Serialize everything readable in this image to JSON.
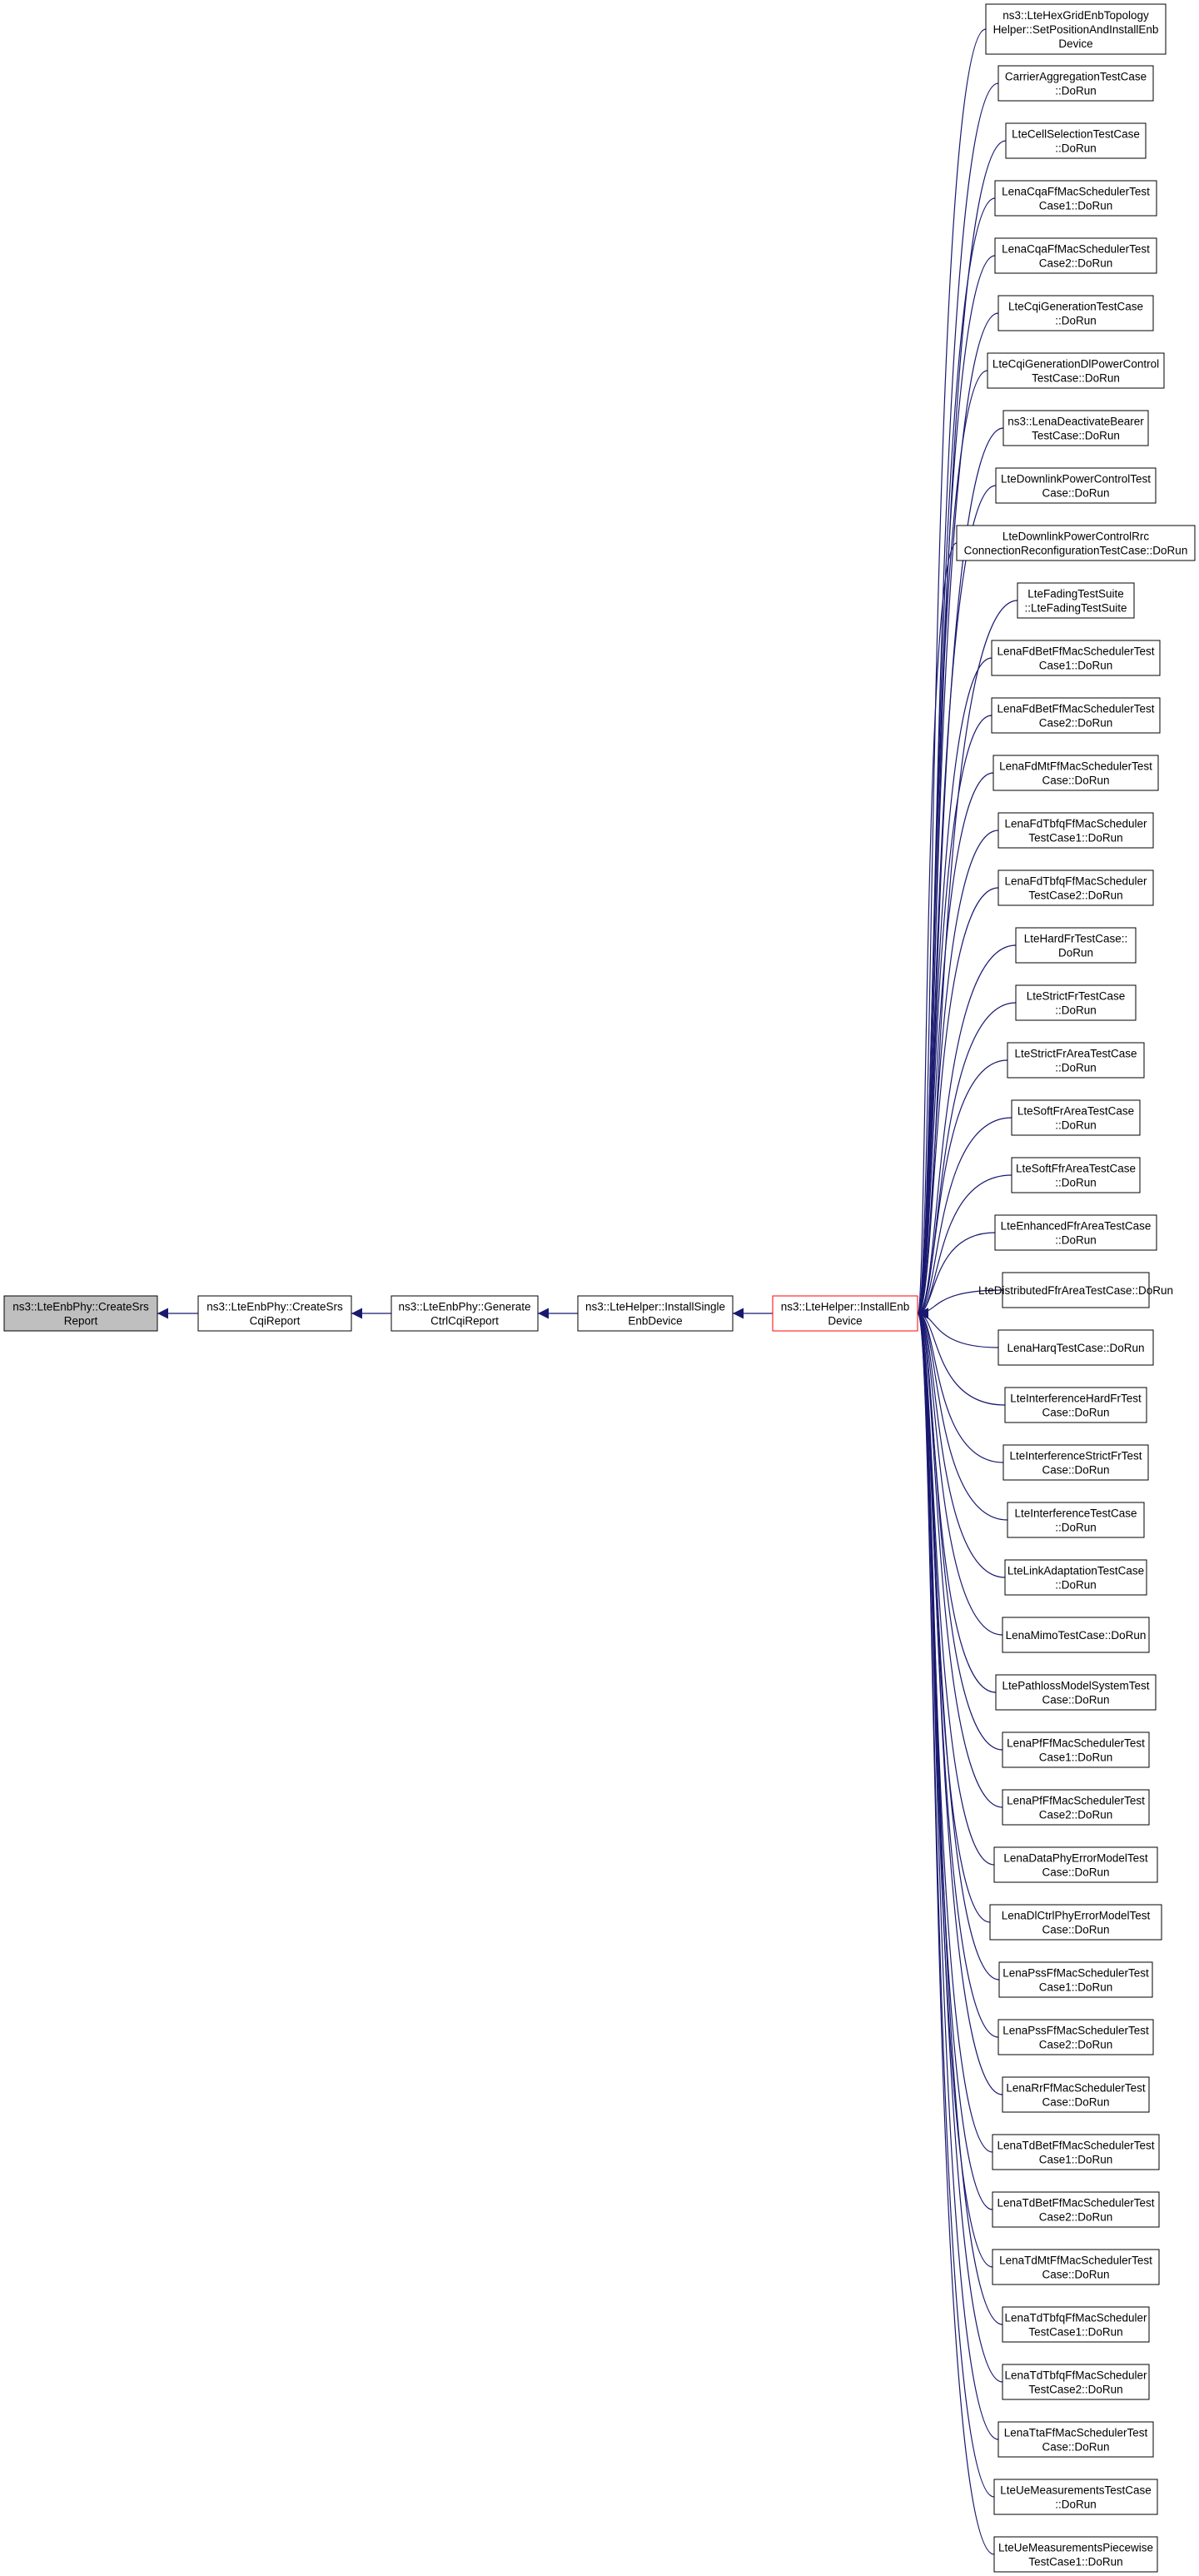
{
  "diagram": {
    "type": "call-graph",
    "direction": "right-to-left",
    "colors": {
      "edge": "#191970",
      "node_border": "#000000",
      "focus_border": "#ff0000",
      "root_fill": "#bfbfbf",
      "node_fill": "#ffffff"
    },
    "nodes": [
      {
        "id": "n0",
        "lines": [
          "ns3::LteEnbPhy::CreateSrs",
          "Report"
        ],
        "style": "root"
      },
      {
        "id": "n1",
        "lines": [
          "ns3::LteEnbPhy::CreateSrs",
          "CqiReport"
        ]
      },
      {
        "id": "n2",
        "lines": [
          "ns3::LteEnbPhy::Generate",
          "CtrlCqiReport"
        ]
      },
      {
        "id": "n3",
        "lines": [
          "ns3::LteHelper::InstallSingle",
          "EnbDevice"
        ]
      },
      {
        "id": "n4",
        "lines": [
          "ns3::LteHelper::InstallEnb",
          "Device"
        ],
        "style": "focus"
      },
      {
        "id": "c0",
        "lines": [
          "ns3::LteHexGridEnbTopology",
          "Helper::SetPositionAndInstallEnb",
          "Device"
        ]
      },
      {
        "id": "c1",
        "lines": [
          "CarrierAggregationTestCase",
          "::DoRun"
        ]
      },
      {
        "id": "c2",
        "lines": [
          "LteCellSelectionTestCase",
          "::DoRun"
        ]
      },
      {
        "id": "c3",
        "lines": [
          "LenaCqaFfMacSchedulerTest",
          "Case1::DoRun"
        ]
      },
      {
        "id": "c4",
        "lines": [
          "LenaCqaFfMacSchedulerTest",
          "Case2::DoRun"
        ]
      },
      {
        "id": "c5",
        "lines": [
          "LteCqiGenerationTestCase",
          "::DoRun"
        ]
      },
      {
        "id": "c6",
        "lines": [
          "LteCqiGenerationDlPowerControl",
          "TestCase::DoRun"
        ]
      },
      {
        "id": "c7",
        "lines": [
          "ns3::LenaDeactivateBearer",
          "TestCase::DoRun"
        ]
      },
      {
        "id": "c8",
        "lines": [
          "LteDownlinkPowerControlTest",
          "Case::DoRun"
        ]
      },
      {
        "id": "c9",
        "lines": [
          "LteDownlinkPowerControlRrc",
          "ConnectionReconfigurationTestCase::DoRun"
        ]
      },
      {
        "id": "c10",
        "lines": [
          "LteFadingTestSuite",
          "::LteFadingTestSuite"
        ]
      },
      {
        "id": "c11",
        "lines": [
          "LenaFdBetFfMacSchedulerTest",
          "Case1::DoRun"
        ]
      },
      {
        "id": "c12",
        "lines": [
          "LenaFdBetFfMacSchedulerTest",
          "Case2::DoRun"
        ]
      },
      {
        "id": "c13",
        "lines": [
          "LenaFdMtFfMacSchedulerTest",
          "Case::DoRun"
        ]
      },
      {
        "id": "c14",
        "lines": [
          "LenaFdTbfqFfMacScheduler",
          "TestCase1::DoRun"
        ]
      },
      {
        "id": "c15",
        "lines": [
          "LenaFdTbfqFfMacScheduler",
          "TestCase2::DoRun"
        ]
      },
      {
        "id": "c16",
        "lines": [
          "LteHardFrTestCase::",
          "DoRun"
        ]
      },
      {
        "id": "c17",
        "lines": [
          "LteStrictFrTestCase",
          "::DoRun"
        ]
      },
      {
        "id": "c18",
        "lines": [
          "LteStrictFrAreaTestCase",
          "::DoRun"
        ]
      },
      {
        "id": "c19",
        "lines": [
          "LteSoftFrAreaTestCase",
          "::DoRun"
        ]
      },
      {
        "id": "c20",
        "lines": [
          "LteSoftFfrAreaTestCase",
          "::DoRun"
        ]
      },
      {
        "id": "c21",
        "lines": [
          "LteEnhancedFfrAreaTestCase",
          "::DoRun"
        ]
      },
      {
        "id": "c22",
        "lines": [
          "LteDistributedFfrAreaTestCase::DoRun"
        ]
      },
      {
        "id": "c23",
        "lines": [
          "LenaHarqTestCase::DoRun"
        ]
      },
      {
        "id": "c24",
        "lines": [
          "LteInterferenceHardFrTest",
          "Case::DoRun"
        ]
      },
      {
        "id": "c25",
        "lines": [
          "LteInterferenceStrictFrTest",
          "Case::DoRun"
        ]
      },
      {
        "id": "c26",
        "lines": [
          "LteInterferenceTestCase",
          "::DoRun"
        ]
      },
      {
        "id": "c27",
        "lines": [
          "LteLinkAdaptationTestCase",
          "::DoRun"
        ]
      },
      {
        "id": "c28",
        "lines": [
          "LenaMimoTestCase::DoRun"
        ]
      },
      {
        "id": "c29",
        "lines": [
          "LtePathlossModelSystemTest",
          "Case::DoRun"
        ]
      },
      {
        "id": "c30",
        "lines": [
          "LenaPfFfMacSchedulerTest",
          "Case1::DoRun"
        ]
      },
      {
        "id": "c31",
        "lines": [
          "LenaPfFfMacSchedulerTest",
          "Case2::DoRun"
        ]
      },
      {
        "id": "c32",
        "lines": [
          "LenaDataPhyErrorModelTest",
          "Case::DoRun"
        ]
      },
      {
        "id": "c33",
        "lines": [
          "LenaDlCtrlPhyErrorModelTest",
          "Case::DoRun"
        ]
      },
      {
        "id": "c34",
        "lines": [
          "LenaPssFfMacSchedulerTest",
          "Case1::DoRun"
        ]
      },
      {
        "id": "c35",
        "lines": [
          "LenaPssFfMacSchedulerTest",
          "Case2::DoRun"
        ]
      },
      {
        "id": "c36",
        "lines": [
          "LenaRrFfMacSchedulerTest",
          "Case::DoRun"
        ]
      },
      {
        "id": "c37",
        "lines": [
          "LenaTdBetFfMacSchedulerTest",
          "Case1::DoRun"
        ]
      },
      {
        "id": "c38",
        "lines": [
          "LenaTdBetFfMacSchedulerTest",
          "Case2::DoRun"
        ]
      },
      {
        "id": "c39",
        "lines": [
          "LenaTdMtFfMacSchedulerTest",
          "Case::DoRun"
        ]
      },
      {
        "id": "c40",
        "lines": [
          "LenaTdTbfqFfMacScheduler",
          "TestCase1::DoRun"
        ]
      },
      {
        "id": "c41",
        "lines": [
          "LenaTdTbfqFfMacScheduler",
          "TestCase2::DoRun"
        ]
      },
      {
        "id": "c42",
        "lines": [
          "LenaTtaFfMacSchedulerTest",
          "Case::DoRun"
        ]
      },
      {
        "id": "c43",
        "lines": [
          "LteUeMeasurementsTestCase",
          "::DoRun"
        ]
      },
      {
        "id": "c44",
        "lines": [
          "LteUeMeasurementsPiecewise",
          "TestCase1::DoRun"
        ]
      }
    ],
    "edges": [
      [
        "n1",
        "n0"
      ],
      [
        "n2",
        "n1"
      ],
      [
        "n3",
        "n2"
      ],
      [
        "n4",
        "n3"
      ],
      [
        "c0",
        "n4"
      ],
      [
        "c1",
        "n4"
      ],
      [
        "c2",
        "n4"
      ],
      [
        "c3",
        "n4"
      ],
      [
        "c4",
        "n4"
      ],
      [
        "c5",
        "n4"
      ],
      [
        "c6",
        "n4"
      ],
      [
        "c7",
        "n4"
      ],
      [
        "c8",
        "n4"
      ],
      [
        "c9",
        "n4"
      ],
      [
        "c10",
        "n4"
      ],
      [
        "c11",
        "n4"
      ],
      [
        "c12",
        "n4"
      ],
      [
        "c13",
        "n4"
      ],
      [
        "c14",
        "n4"
      ],
      [
        "c15",
        "n4"
      ],
      [
        "c16",
        "n4"
      ],
      [
        "c17",
        "n4"
      ],
      [
        "c18",
        "n4"
      ],
      [
        "c19",
        "n4"
      ],
      [
        "c20",
        "n4"
      ],
      [
        "c21",
        "n4"
      ],
      [
        "c22",
        "n4"
      ],
      [
        "c23",
        "n4"
      ],
      [
        "c24",
        "n4"
      ],
      [
        "c25",
        "n4"
      ],
      [
        "c26",
        "n4"
      ],
      [
        "c27",
        "n4"
      ],
      [
        "c28",
        "n4"
      ],
      [
        "c29",
        "n4"
      ],
      [
        "c30",
        "n4"
      ],
      [
        "c31",
        "n4"
      ],
      [
        "c32",
        "n4"
      ],
      [
        "c33",
        "n4"
      ],
      [
        "c34",
        "n4"
      ],
      [
        "c35",
        "n4"
      ],
      [
        "c36",
        "n4"
      ],
      [
        "c37",
        "n4"
      ],
      [
        "c38",
        "n4"
      ],
      [
        "c39",
        "n4"
      ],
      [
        "c40",
        "n4"
      ],
      [
        "c41",
        "n4"
      ],
      [
        "c42",
        "n4"
      ],
      [
        "c43",
        "n4"
      ],
      [
        "c44",
        "n4"
      ]
    ]
  }
}
